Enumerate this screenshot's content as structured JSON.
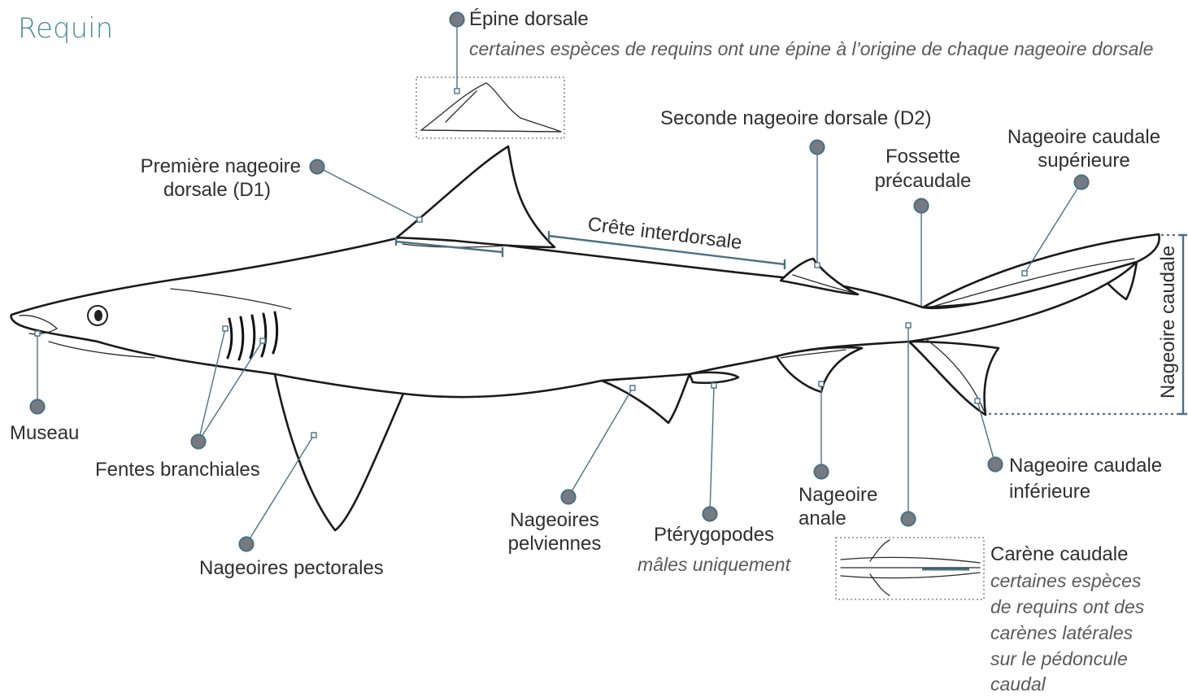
{
  "title": "Requin",
  "colors": {
    "title": "#4b8a9c",
    "accent": "#4b7186",
    "marker_fill": "#777b80",
    "text": "#2f2f2f",
    "note": "#5a5a5a"
  },
  "labels": {
    "epine": {
      "name": "Épine dorsale",
      "note": "certaines espèces de requins ont une épine à l’origine de chaque nageoire dorsale"
    },
    "d1": {
      "line1": "Première nageoire",
      "line2": "dorsale (D1)"
    },
    "crete": "Crête interdorsale",
    "d2": "Seconde nageoire dorsale (D2)",
    "fossette": {
      "line1": "Fossette",
      "line2": "précaudale"
    },
    "caudale_sup": {
      "line1": "Nageoire caudale",
      "line2": "supérieure"
    },
    "caudale": "Nageoire caudale",
    "museau": "Museau",
    "fentes": "Fentes branchiales",
    "pectorales": "Nageoires pectorales",
    "pelviennes": {
      "line1": "Nageoires",
      "line2": "pelviennes"
    },
    "pterygopodes": {
      "name": "Ptérygopodes",
      "note": "mâles uniquement"
    },
    "anale": {
      "line1": "Nageoire",
      "line2": "anale"
    },
    "caudale_inf": {
      "line1": "Nageoire caudale",
      "line2": "inférieure"
    },
    "carene": {
      "name": "Carène caudale",
      "note_lines": [
        "certaines espèces",
        "de requins ont des",
        "carènes latérales",
        "sur le pédoncule",
        "caudal"
      ]
    }
  }
}
